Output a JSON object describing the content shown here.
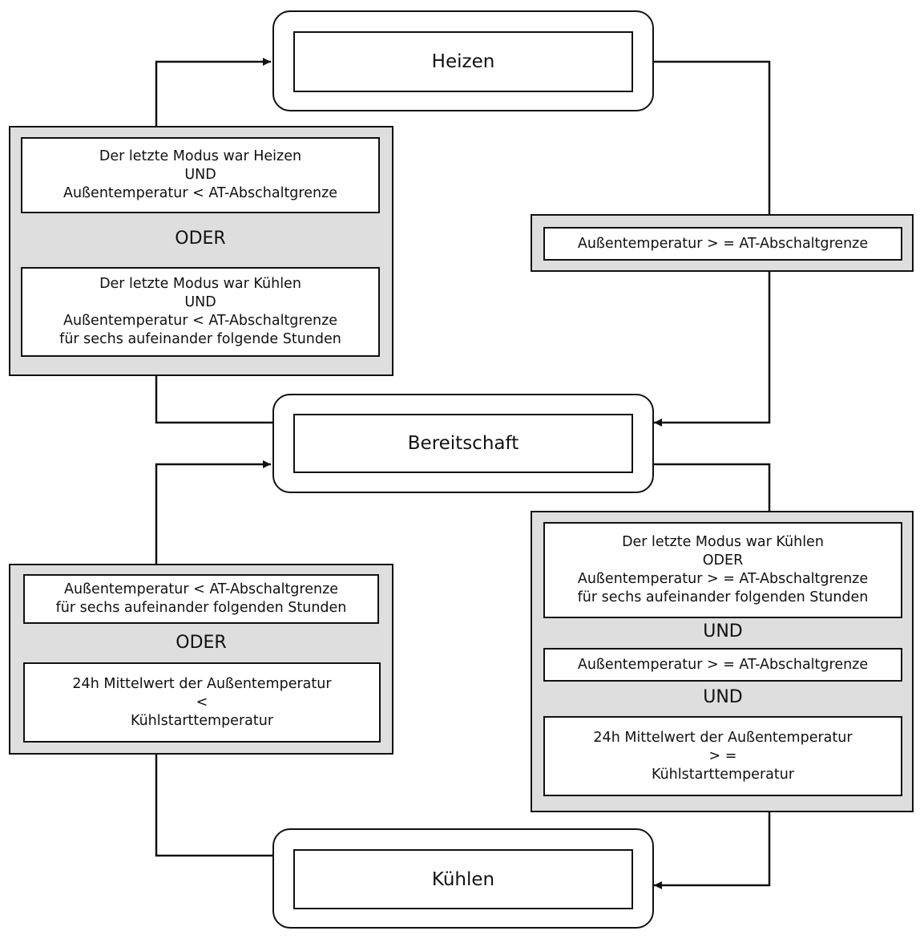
{
  "states": {
    "heizen": "Heizen",
    "bereitschaft": "Bereitschaft",
    "kuehlen": "Kühlen"
  },
  "groups": {
    "to_heizen": {
      "box1": [
        "Der letzte Modus war Heizen",
        "UND",
        "Außentemperatur < AT-Abschaltgrenze"
      ],
      "op": "ODER",
      "box2": [
        "Der letzte Modus war Kühlen",
        "UND",
        "Außentemperatur < AT-Abschaltgrenze",
        "für sechs aufeinander folgende Stunden"
      ]
    },
    "heizen_to_standby": {
      "box1": [
        "Außentemperatur > = AT-Abschaltgrenze"
      ]
    },
    "kuehlen_to_standby": {
      "box1": [
        "Außentemperatur < AT-Abschaltgrenze",
        "für sechs aufeinander folgenden Stunden"
      ],
      "op": "ODER",
      "box2": [
        "24h Mittelwert der Außentemperatur",
        "<",
        "Kühlstarttemperatur"
      ]
    },
    "standby_to_kuehlen": {
      "box1": [
        "Der letzte Modus war Kühlen",
        "ODER",
        "Außentemperatur > = AT-Abschaltgrenze",
        "für sechs aufeinander folgenden Stunden"
      ],
      "op1": "UND",
      "box2": [
        "Außentemperatur > = AT-Abschaltgrenze"
      ],
      "op2": "UND",
      "box3": [
        "24h Mittelwert der Außentemperatur",
        "> =",
        "Kühlstarttemperatur"
      ]
    }
  }
}
